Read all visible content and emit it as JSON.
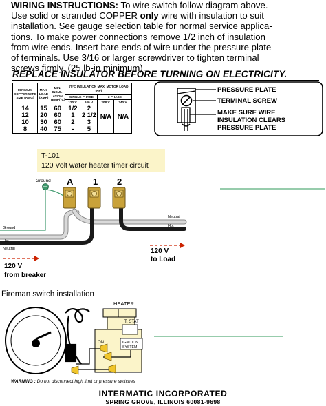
{
  "instructions": {
    "heading": "WIRING INSTRUCTIONS:",
    "line1_rest": " To wire switch follow diagram above.",
    "line2a": "Use solid or stranded COPPER ",
    "line2_only": "only",
    "line2b": " wire with insulation to suit",
    "line3": "installation. See gauge selection table for normal service applica-",
    "line4": "tions. To make power connections remove 1/2 inch of insulation",
    "line5": "from wire ends. Insert bare ends of wire under the pressure plate",
    "line6": "of terminals. Use 3/16 or larger screwdriver to tighten terminal",
    "line7": "screws firmly. (25 lb-in minimum)."
  },
  "replace_notice": "REPLACE INSULATOR BEFORE TURNING ON ELECTRICITY.",
  "wire_table": {
    "headers": {
      "min_copper": "MINIMUM COPPER WIRE SIZE (AWG)",
      "max_load": "MAX. LOAD (AMP)",
      "min_insulation": "MIN. INSUL- ATION TEMP(°C)",
      "motor_load": "75°C INSULATION MAX. MOTOR LOAD (HP)",
      "single_phase": "SINGLE PHASE",
      "three_phase": "3 PHASE",
      "v120": "120 V.",
      "v240": "240 V.",
      "v208": "208 V.",
      "v240b": "240 V."
    },
    "rows": [
      {
        "awg": "14",
        "amp": "15",
        "temp": "60",
        "v120": "1/2",
        "v240": "2",
        "v208": "N/A",
        "v240b": "N/A"
      },
      {
        "awg": "12",
        "amp": "20",
        "temp": "60",
        "v120": "1",
        "v240": "2 1/2",
        "v208": "",
        "v240b": ""
      },
      {
        "awg": "10",
        "amp": "30",
        "temp": "60",
        "v120": "2",
        "v240": "3",
        "v208": "",
        "v240b": ""
      },
      {
        "awg": "8",
        "amp": "40",
        "temp": "75",
        "v120": "-",
        "v240": "5",
        "v208": "",
        "v240b": ""
      }
    ]
  },
  "terminal_labels": {
    "pressure_plate": "PRESSURE PLATE",
    "terminal_screw": "TERMINAL SCREW",
    "make_sure_1": "MAKE SURE WIRE",
    "make_sure_2": "INSULATION CLEARS",
    "make_sure_3": "PRESSURE PLATE"
  },
  "heater_circuit": {
    "model": "T-101",
    "title": "120 Volt water heater timer circuit",
    "ground_label": "Ground",
    "terminal_a": "A",
    "terminal_1": "1",
    "terminal_2": "2",
    "neutral_right": "Neutral",
    "hot_right": "Hot",
    "ground_left": "Ground",
    "hot_left": "Hot",
    "neutral_left": "Neutral",
    "to_load_1": "120 V",
    "to_load_2": "to Load",
    "from_breaker_1": "120 V",
    "from_breaker_2": "from breaker"
  },
  "fireman": {
    "title": "Fireman switch installation",
    "heater": "HEATER",
    "tstat": "T. STAT",
    "on": "ON",
    "ignition_1": "IGNITION",
    "ignition_2": "SYSTEM",
    "warning_bold": "WARNING :",
    "warning_text": " Do not disconnect high limit or pressure switches"
  },
  "footer": {
    "company": "INTERMATIC INCORPORATED",
    "address": "SPRING GROVE, ILLINOIS 60081-9698"
  },
  "colors": {
    "title_box_bg": "#fbf4c9",
    "ground_green": "#3f9a6e",
    "wire_black": "#1a1a1a",
    "wire_white": "#d9d9d9",
    "arrow_red": "#cc2200",
    "brass": "#c9a23a",
    "yellow_tint": "#fbf4c9",
    "green_rule": "#2f9a5a"
  }
}
